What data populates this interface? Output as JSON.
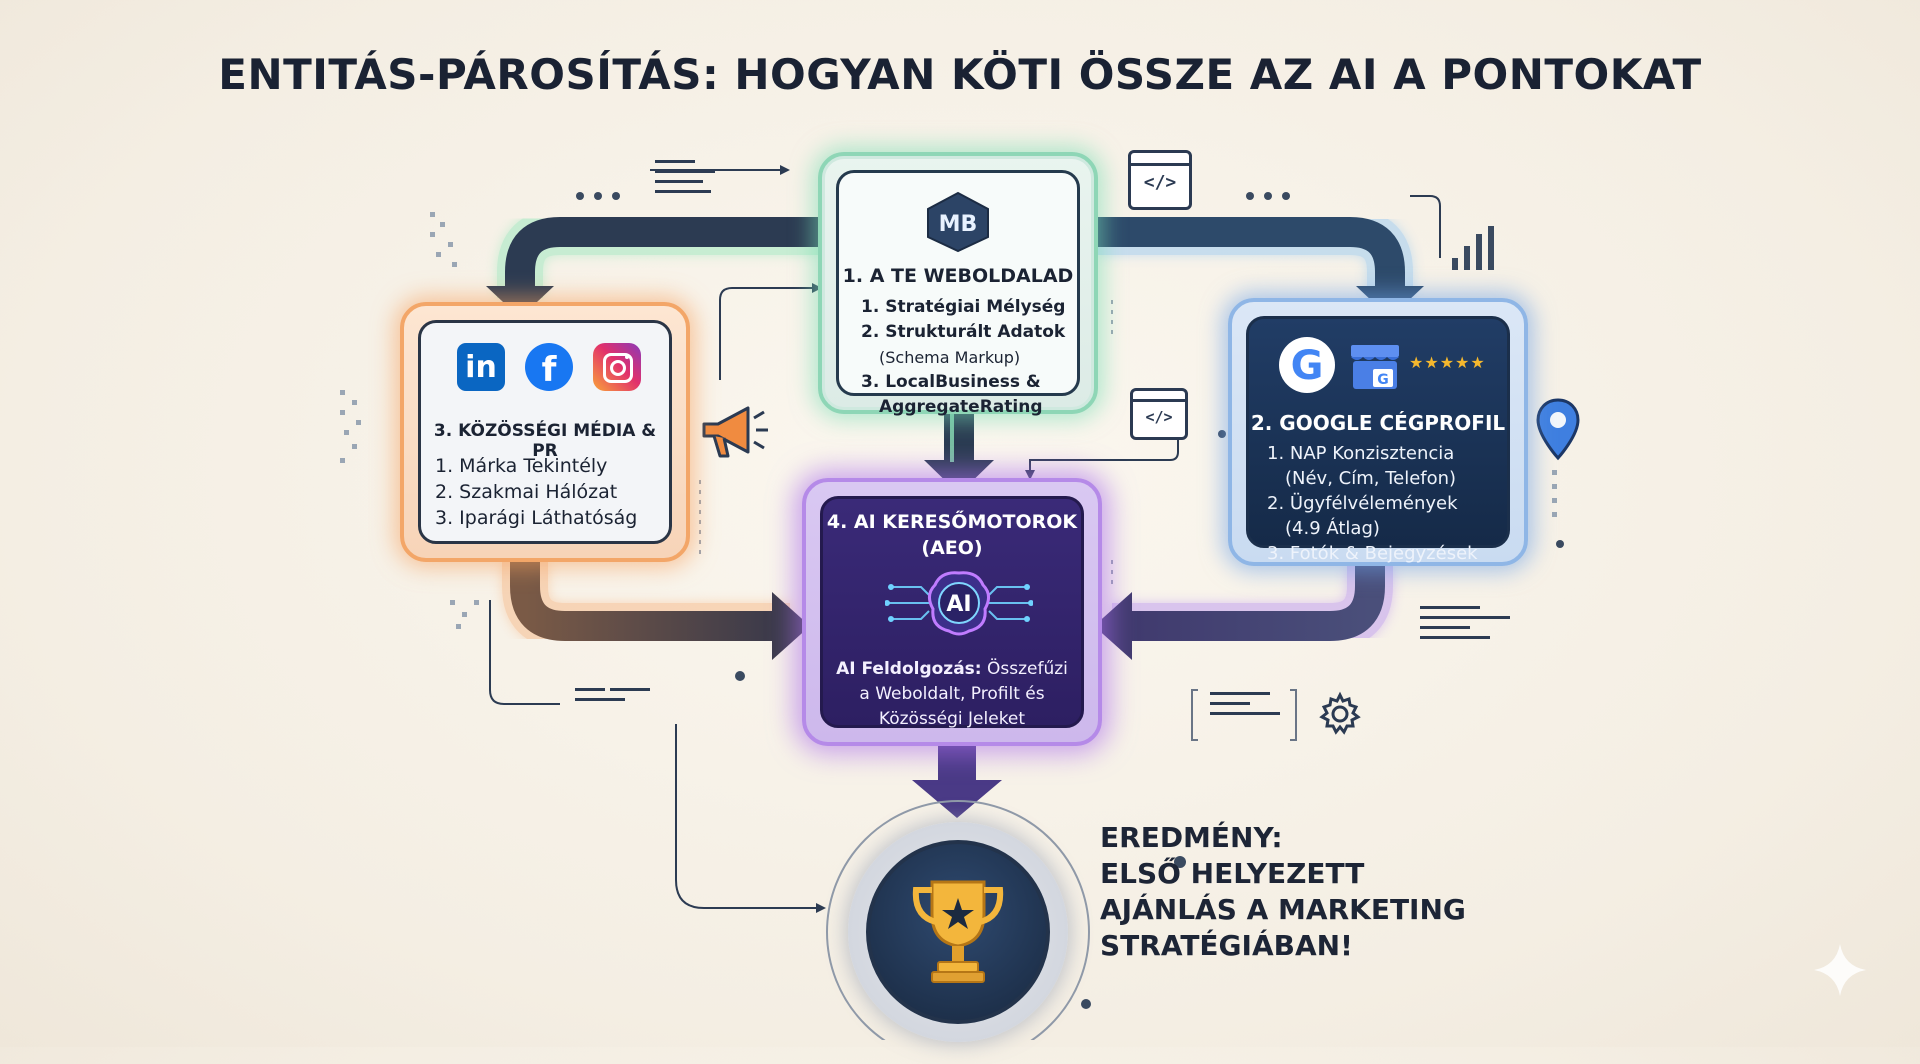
{
  "title": "ENTITÁS-PÁROSÍTÁS: HOGYAN KÖTI ÖSSZE AZ AI A PONTOKAT",
  "website": {
    "logo": "MB",
    "title": "1. A TE WEBOLDALAD",
    "items": [
      "1. Stratégiai Mélység",
      "2. Strukturált Adatok",
      "(Schema Markup)",
      "3. LocalBusiness &",
      "AggregateRating"
    ]
  },
  "social": {
    "icons": [
      "linkedin-icon",
      "facebook-icon",
      "instagram-icon"
    ],
    "linkedin_text": "in",
    "facebook_text": "f",
    "title": "3. KÖZÖSSÉGI MÉDIA & PR",
    "items": [
      "1. Márka Tekintély",
      "2. Szakmai Hálózat",
      "3. Iparági Láthatóság"
    ]
  },
  "google": {
    "icons": [
      "google-icon",
      "business-profile-icon",
      "star-rating-icon"
    ],
    "google_text": "G",
    "stars": "★★★★★",
    "title": "2. GOOGLE CÉGPROFIL",
    "items": [
      "1. NAP Konzisztencia",
      "(Név, Cím, Telefon)",
      "2. Ügyfélvélemények",
      "(4.9 Átlag)",
      "3. Fotók & Bejegyzések"
    ]
  },
  "ai": {
    "title_line1": "4. AI KERESŐMOTOROK",
    "title_line2": "(AEO)",
    "chip_text": "AI",
    "desc_bold": "AI Feldolgozás:",
    "desc_rest1": " Összefűzi",
    "desc_line2": "a Weboldalt, Profilt és",
    "desc_line3": "Közösségi Jeleket"
  },
  "result": {
    "lines": [
      "EREDMÉNY:",
      "ELSŐ HELYEZETT",
      "AJÁNLÁS A MARKETING",
      "STRATÉGIÁBAN!"
    ]
  },
  "decor": {
    "code_tag": "</>"
  },
  "colors": {
    "green": "#7dd8b0",
    "orange": "#f29a55",
    "blue": "#6ea6e8",
    "purple": "#a66de6",
    "navy": "#1e2f47"
  }
}
